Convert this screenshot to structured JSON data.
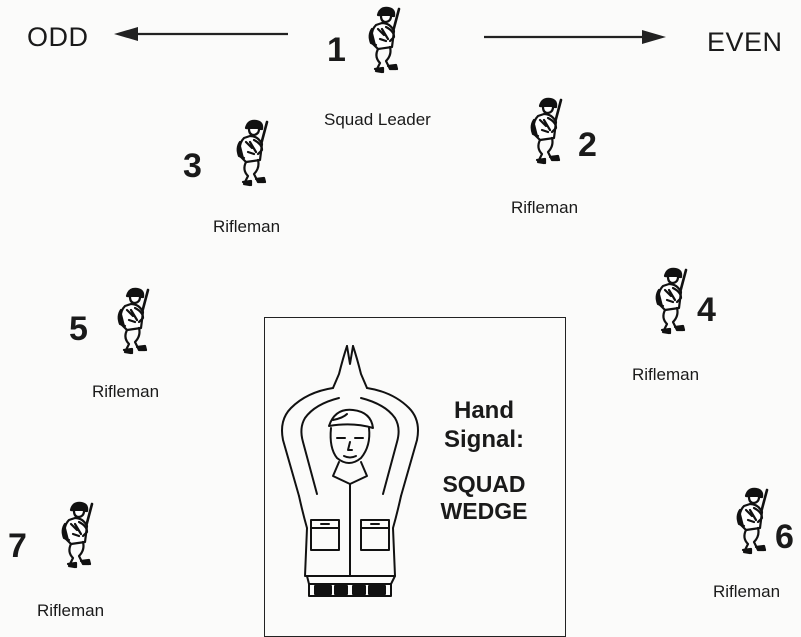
{
  "directions": {
    "odd": "ODD",
    "even": "EVEN"
  },
  "soldiers": [
    {
      "number": "1",
      "role": "Squad Leader"
    },
    {
      "number": "2",
      "role": "Rifleman"
    },
    {
      "number": "3",
      "role": "Rifleman"
    },
    {
      "number": "4",
      "role": "Rifleman"
    },
    {
      "number": "5",
      "role": "Rifleman"
    },
    {
      "number": "6",
      "role": "Rifleman"
    },
    {
      "number": "7",
      "role": "Rifleman"
    }
  ],
  "hand_signal": {
    "heading_line1": "Hand",
    "heading_line2": "Signal:",
    "name_line1": "SQUAD",
    "name_line2": "WEDGE"
  }
}
